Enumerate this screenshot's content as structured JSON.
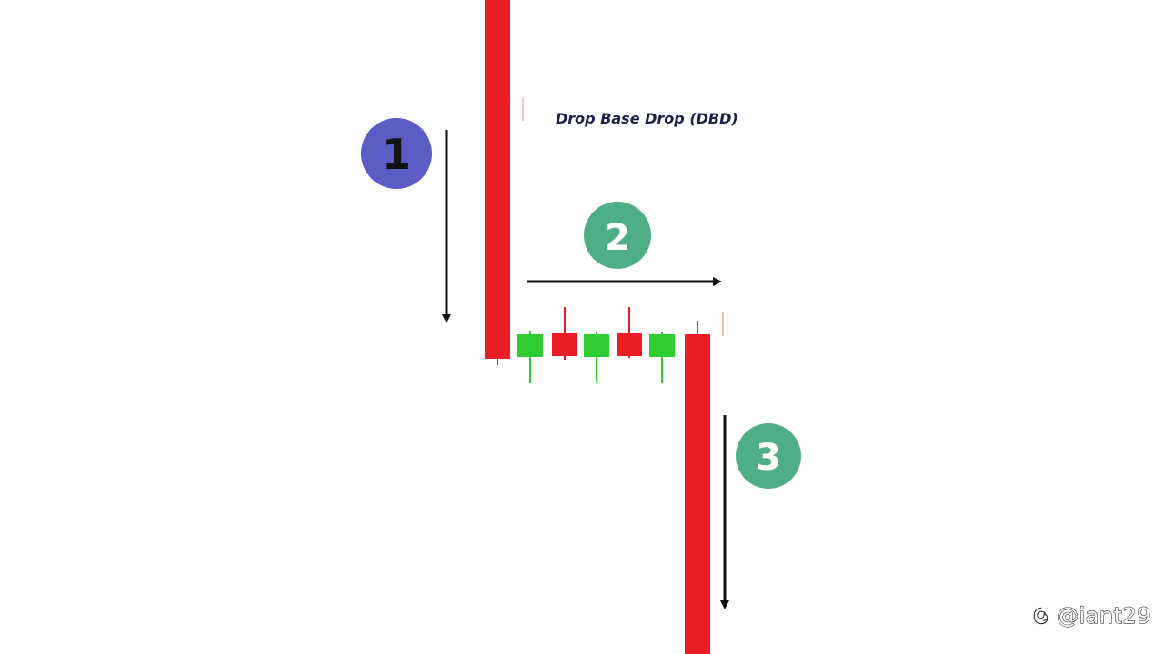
{
  "title": "Drop Base Drop (DBD)",
  "steps": [
    {
      "label": "1",
      "color": "#5b5cc4",
      "text_color": "#111111"
    },
    {
      "label": "2",
      "color": "#4fae87",
      "text_color": "#ffffff"
    },
    {
      "label": "3",
      "color": "#4fae87",
      "text_color": "#ffffff"
    }
  ],
  "colors": {
    "bearish": "#ec1c24",
    "bullish": "#2ecc2e",
    "arrow": "#111111"
  },
  "watermark": {
    "icon": "threads-icon",
    "handle": "@iant29"
  }
}
